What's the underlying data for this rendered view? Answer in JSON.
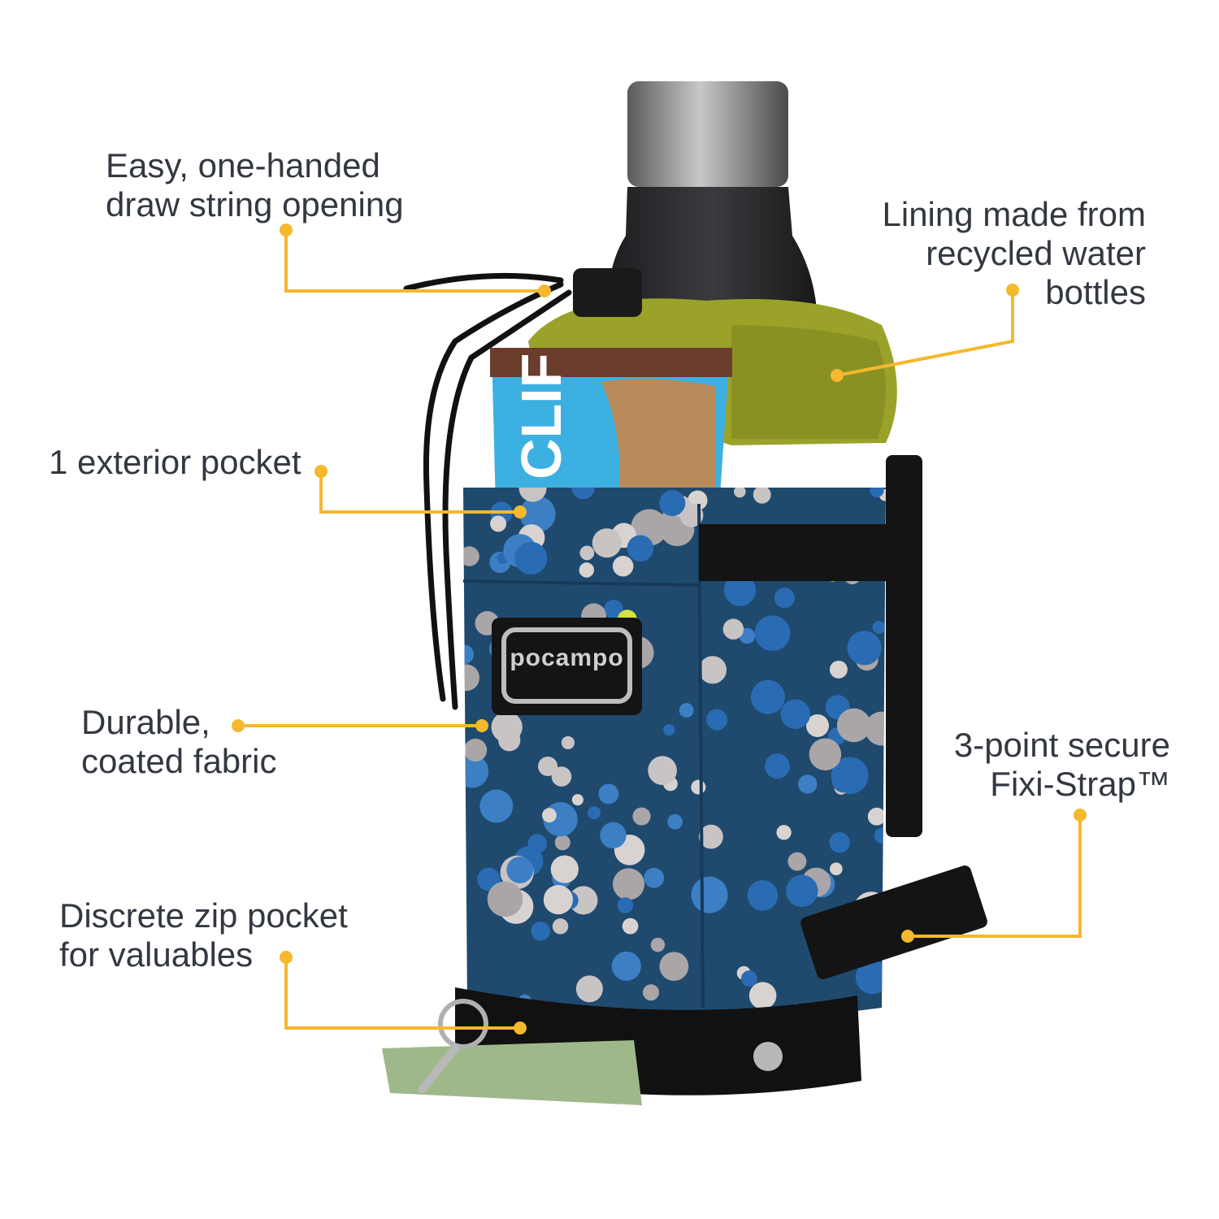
{
  "callouts": {
    "drawstring": "Easy, one-handed\ndraw string opening",
    "lining": "Lining made from\nrecycled water\nbottles",
    "pocket": "1 exterior pocket",
    "fabric": "Durable,\ncoated fabric",
    "strap": "3-point secure\nFixi-Strap™",
    "zip": "Discrete zip pocket\nfor valuables"
  },
  "product": {
    "logo_text": "pocampo",
    "snack_brand": "CLIF"
  },
  "colors": {
    "callout_accent": "#f5b82e",
    "bag_fabric": "#1f4a6e",
    "lining": "#9aa229",
    "bottle": "#2a2b2d",
    "text": "#333840"
  }
}
